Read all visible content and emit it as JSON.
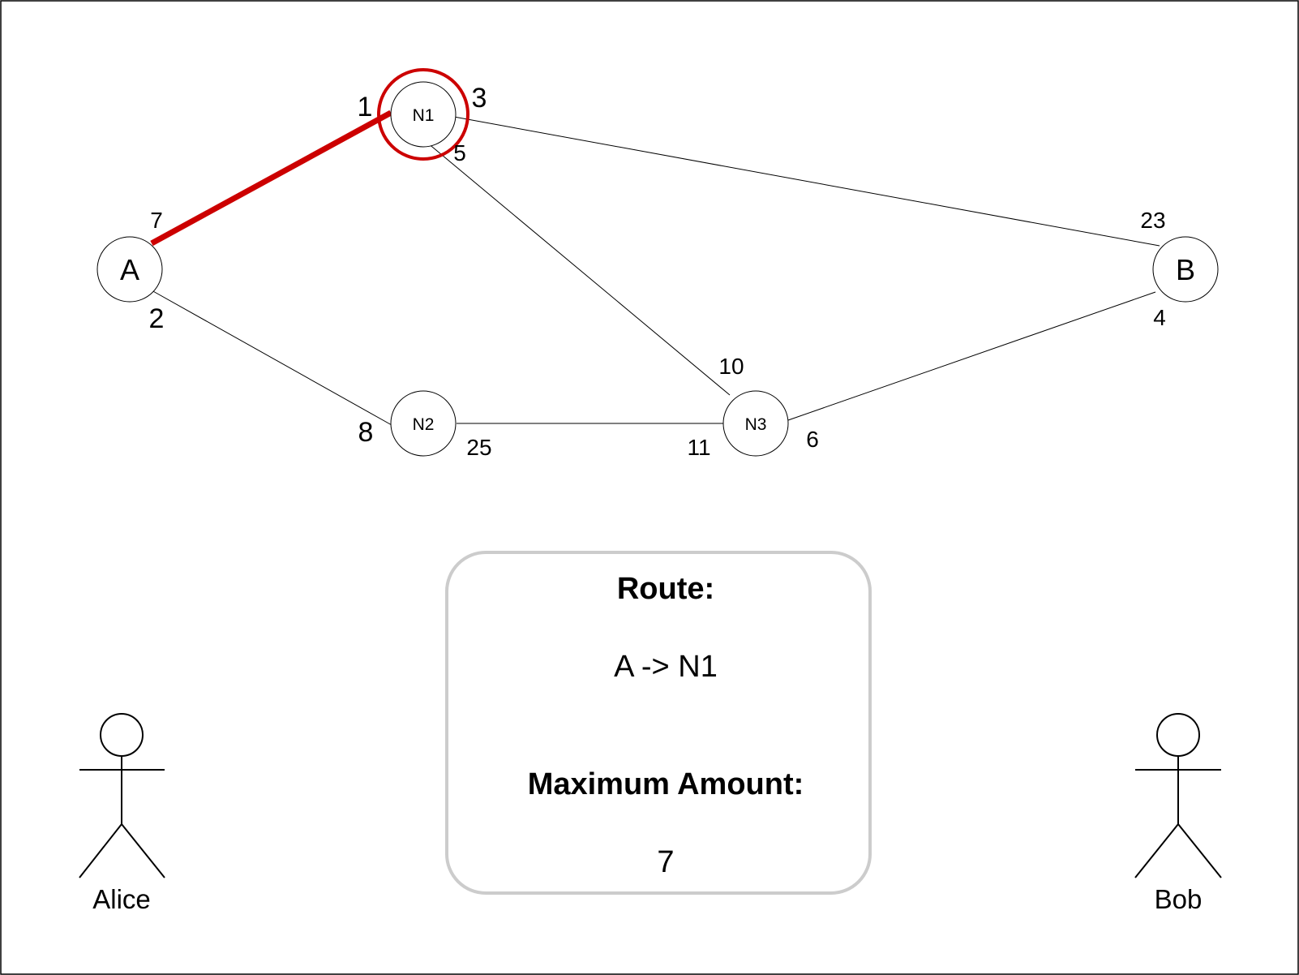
{
  "nodes": {
    "a": "A",
    "b": "B",
    "n1": "N1",
    "n2": "N2",
    "n3": "N3"
  },
  "capacities": {
    "a_n1_at_a": "7",
    "a_n1_at_n1": "1",
    "a_n2_at_a": "2",
    "a_n2_at_n2": "8",
    "n1_b_at_n1": "3",
    "n1_b_at_b": "23",
    "n1_n3_at_n1": "5",
    "n1_n3_at_n3": "10",
    "n2_n3_at_n2": "25",
    "n2_n3_at_n3": "11",
    "n3_b_at_n3": "6",
    "n3_b_at_b": "4"
  },
  "highlight": {
    "color": "#cc0000",
    "edge": [
      "A",
      "N1"
    ],
    "node": "N1"
  },
  "panel": {
    "route_heading": "Route:",
    "route_value": "A -> N1",
    "max_heading": "Maximum Amount:",
    "max_value": "7"
  },
  "actors": {
    "left": "Alice",
    "right": "Bob"
  }
}
